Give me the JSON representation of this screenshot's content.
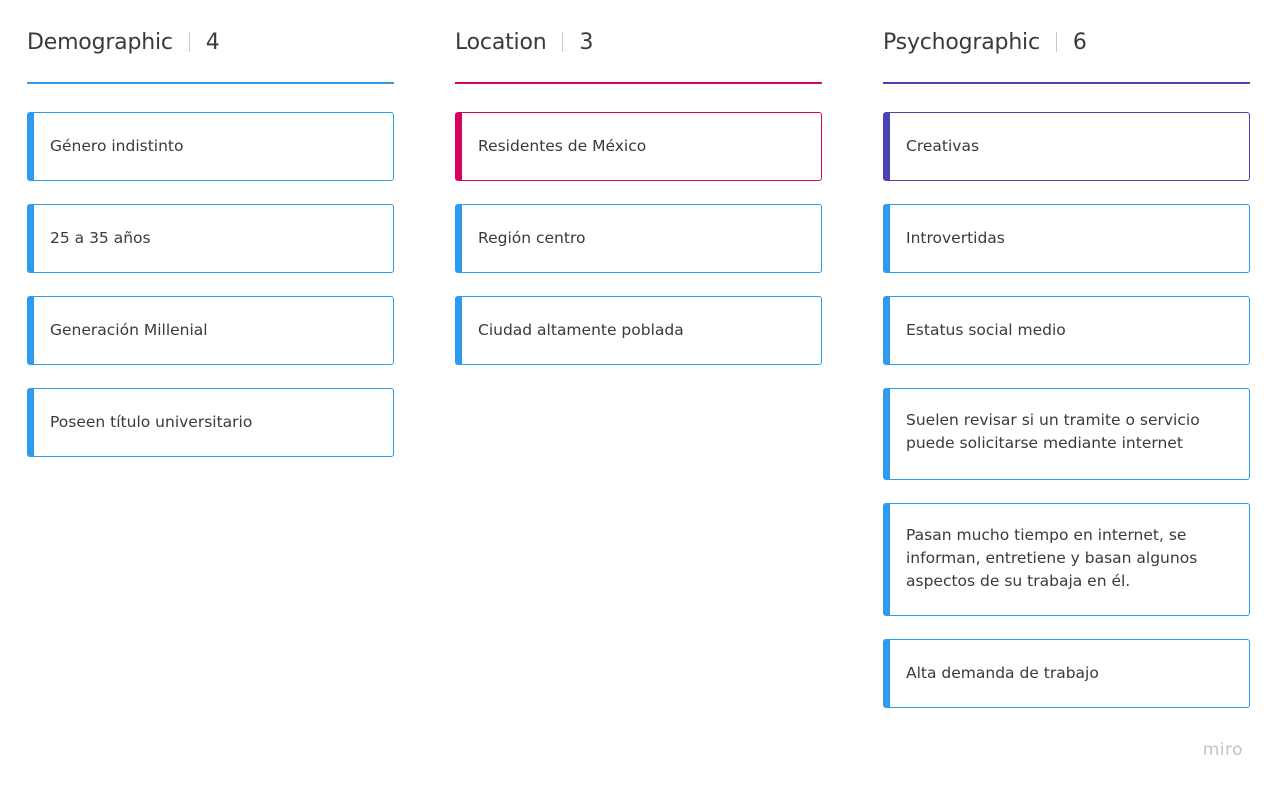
{
  "columns": [
    {
      "title": "Demographic",
      "count": "4",
      "accent": "#2d9bf0",
      "cards": [
        {
          "text": "Género indistinto",
          "border": "#2d9bf0"
        },
        {
          "text": "25 a 35 años",
          "border": "#2d9bf0"
        },
        {
          "text": "Generación Millenial",
          "border": "#2d9bf0"
        },
        {
          "text": "Poseen título universitario",
          "border": "#2d9bf0"
        }
      ]
    },
    {
      "title": "Location",
      "count": "3",
      "accent": "#d6045e",
      "cards": [
        {
          "text": "Residentes de México",
          "border": "#d6045e"
        },
        {
          "text": "Región centro",
          "border": "#2d9bf0"
        },
        {
          "text": "Ciudad altamente poblada",
          "border": "#2d9bf0"
        }
      ]
    },
    {
      "title": "Psychographic",
      "count": "6",
      "accent": "#4a43b0",
      "cards": [
        {
          "text": "Creativas",
          "border": "#4a43b0"
        },
        {
          "text": "Introvertidas",
          "border": "#2d9bf0"
        },
        {
          "text": "Estatus social medio",
          "border": "#2d9bf0"
        },
        {
          "text": "Suelen revisar si un tramite o servicio puede solicitarse mediante internet",
          "border": "#2d9bf0"
        },
        {
          "text": "Pasan mucho tiempo en internet, se informan, entretiene y basan algunos aspectos de su trabaja en él.",
          "border": "#2d9bf0"
        },
        {
          "text": "Alta demanda de trabajo",
          "border": "#2d9bf0"
        }
      ]
    }
  ],
  "watermark": "miro"
}
